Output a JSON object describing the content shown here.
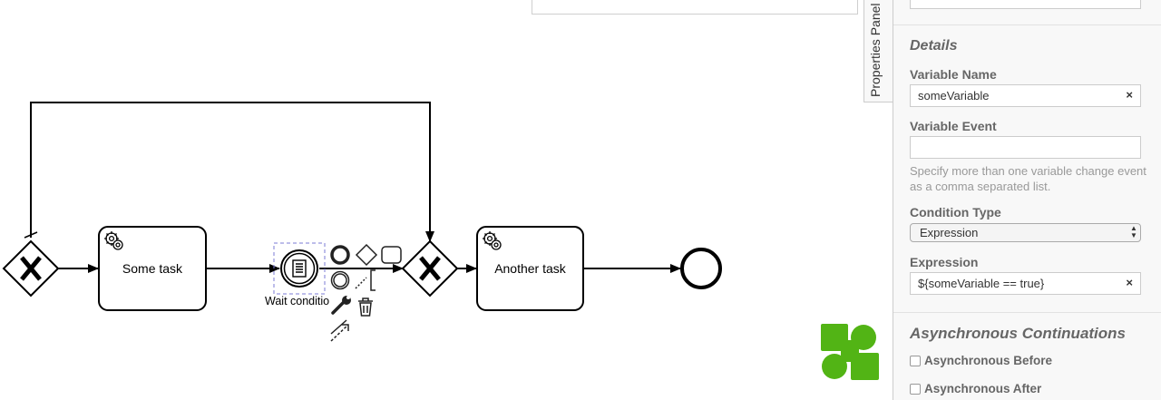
{
  "canvas": {
    "tasks": [
      {
        "label": "Some task"
      },
      {
        "label": "Another task"
      }
    ],
    "event_label": "Wait conditio",
    "logo_color": "#52b415"
  },
  "properties_panel": {
    "tab_label": "Properties Panel",
    "details": {
      "title": "Details",
      "variable_name_label": "Variable Name",
      "variable_name_value": "someVariable",
      "variable_event_label": "Variable Event",
      "variable_event_value": "",
      "variable_event_help": "Specify more than one variable change event as a comma separated list.",
      "condition_type_label": "Condition Type",
      "condition_type_value": "Expression",
      "expression_label": "Expression",
      "expression_value": "${someVariable == true}"
    },
    "async": {
      "title": "Asynchronous Continuations",
      "before_label": "Asynchronous Before",
      "after_label": "Asynchronous After"
    },
    "clear_glyph": "×",
    "select_arrows": "▲▼"
  }
}
